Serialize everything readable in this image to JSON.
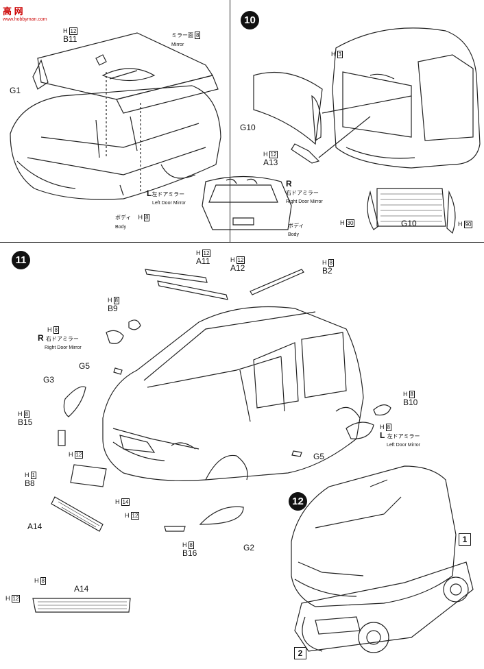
{
  "watermark": {
    "title": "高 网",
    "url": "www.hobbyman.com"
  },
  "steps": {
    "s10": "10",
    "s11": "11",
    "s12": "12"
  },
  "step9": {
    "b11": "B11",
    "b11_h": "12",
    "mirror_jp": "ミラー面",
    "mirror_en": "Mirror",
    "mirror_h": "8",
    "g1": "G1",
    "body_jp": "ボディ",
    "body_en": "Body",
    "body_h": "8"
  },
  "step10": {
    "h3": "3",
    "g10": "G10",
    "a13": "A13",
    "a13_h": "12",
    "r": "R",
    "r_jp": "右ドアミラー",
    "r_en": "Right Door Mirror",
    "l": "L",
    "l_jp": "左ドアミラー",
    "l_en": "Left Door Mirror",
    "body_jp": "ボディ",
    "body_en": "Body",
    "g10b": "G10",
    "h_left": "30",
    "h_right": "90"
  },
  "step11": {
    "a11": "A11",
    "a11_h": "12",
    "a12": "A12",
    "a12_h": "12",
    "b2": "B2",
    "b2_h": "8",
    "b9": "B9",
    "b9_h": "8",
    "r": "R",
    "r_jp": "右ドアミラー",
    "r_en": "Right Door Mirror",
    "r_h": "8",
    "g5a": "G5",
    "g3": "G3",
    "b15": "B15",
    "b15_h": "8",
    "h12a": "12",
    "b8": "B8",
    "b8_h": "1",
    "a14": "A14",
    "h14": "14",
    "h12b": "12",
    "b16": "B16",
    "b16_h": "8",
    "g2": "G2",
    "b10": "B10",
    "b10_h": "8",
    "l": "L",
    "l_jp": "左ドアミラー",
    "l_en": "Left Door Mirror",
    "l_h": "8",
    "g5b": "G5",
    "a14b": "A14",
    "a14b_h1": "8",
    "a14b_h2": "12"
  },
  "step12": {
    "box1": "1",
    "box2": "2"
  }
}
